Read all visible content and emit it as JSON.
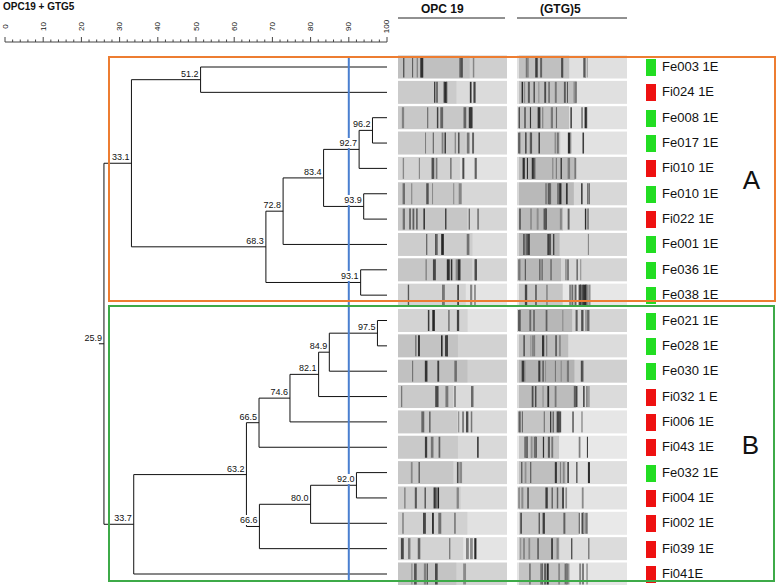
{
  "diagram": {
    "nodes": [
      {
        "text": [
          "A"
        ]
      },
      {
        "text": [
          "B"
        ]
      }
    ],
    "labels": [
      "OPC19 + GTG5",
      "0",
      "10",
      "20",
      "30",
      "40",
      "50",
      "60",
      "70",
      "80",
      "90",
      "100",
      "OPC 19",
      "(GTG)5",
      "51.2",
      "96.2",
      "92.7",
      "83.4",
      "93.9",
      "72.8",
      "68.3",
      "93.1",
      "33.1",
      "25.9",
      "97.5",
      "84.9",
      "82.1",
      "74.6",
      "66.5",
      "63.2",
      "92.0",
      "80.0",
      "66.6",
      "33.7",
      "Fe003 1E",
      "Fi024 1E",
      "Fe008 1E",
      "Fe017 1E",
      "Fi010 1E",
      "Fe010 1E",
      "Fi022 1E",
      "Fe001 1E",
      "Fe036 1E",
      "Fe038 1E",
      "Fe021 1E",
      "Fe028 1E",
      "Fe030 1E",
      "Fi032 1 E",
      "Fi006 1E",
      "Fi043 1E",
      "Fe032 1E",
      "Fi004 1E",
      "Fi002 1E",
      "Fi039 1E",
      "Fi041E"
    ]
  }
}
